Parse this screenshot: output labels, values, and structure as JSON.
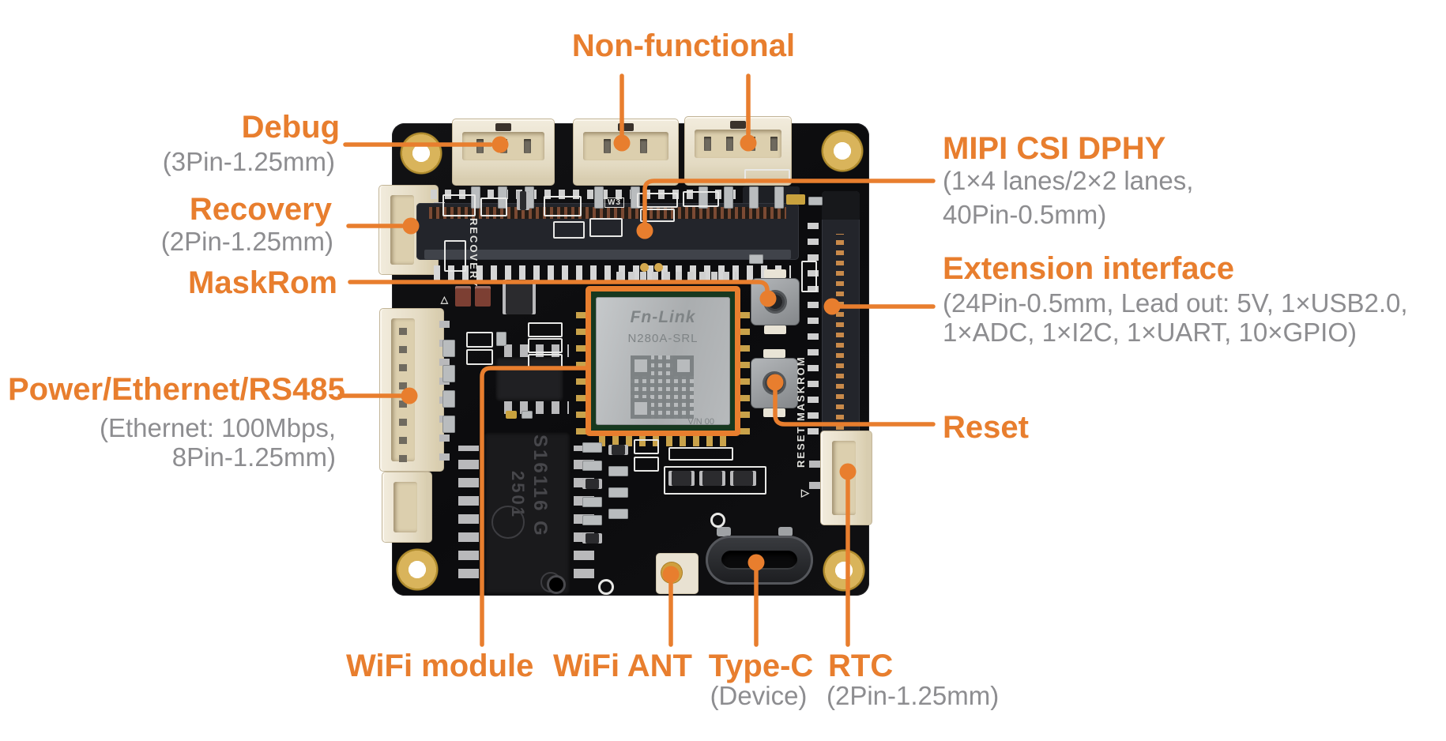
{
  "colors": {
    "accent": "#E87E2E",
    "subtitle_gray": "#8D8D90",
    "board_black": "#0C0C0E",
    "connector_cream": "#ECE4D2",
    "gold_pad": "#D8B44E"
  },
  "annotations": {
    "non_functional": {
      "label": "Non-functional"
    },
    "debug": {
      "label": "Debug",
      "sub": "(3Pin-1.25mm)"
    },
    "recovery": {
      "label": "Recovery",
      "sub": "(2Pin-1.25mm)"
    },
    "maskrom": {
      "label": "MaskRom"
    },
    "power": {
      "label": "Power/Ethernet/RS485",
      "sub1": "(Ethernet: 100Mbps,",
      "sub2": "8Pin-1.25mm)"
    },
    "wifi_module": {
      "label": "WiFi module"
    },
    "wifi_ant": {
      "label": "WiFi ANT"
    },
    "type_c": {
      "label": "Type-C",
      "sub": "(Device)"
    },
    "rtc": {
      "label": "RTC",
      "sub": "(2Pin-1.25mm)"
    },
    "reset": {
      "label": "Reset"
    },
    "mipi": {
      "label": "MIPI CSI DPHY",
      "sub1": "(1×4 lanes/2×2 lanes,",
      "sub2": "40Pin-0.5mm)"
    },
    "extension": {
      "label": "Extension interface",
      "sub1": "(24Pin-0.5mm, Lead out: 5V, 1×USB2.0,",
      "sub2": "1×ADC, 1×I2C, 1×UART, 10×GPIO)"
    }
  },
  "silkscreen": {
    "recovery": "RECOVERY",
    "reset_maskrom": "RESET MASKROM",
    "w3": "W3",
    "triangle": "▷"
  },
  "wifi_chip": {
    "brand": "Fn-Link",
    "model": "N280A-SRL",
    "serial": "V/N 00"
  },
  "transformer": {
    "marking": "S16116 G",
    "date_code": "2501"
  }
}
